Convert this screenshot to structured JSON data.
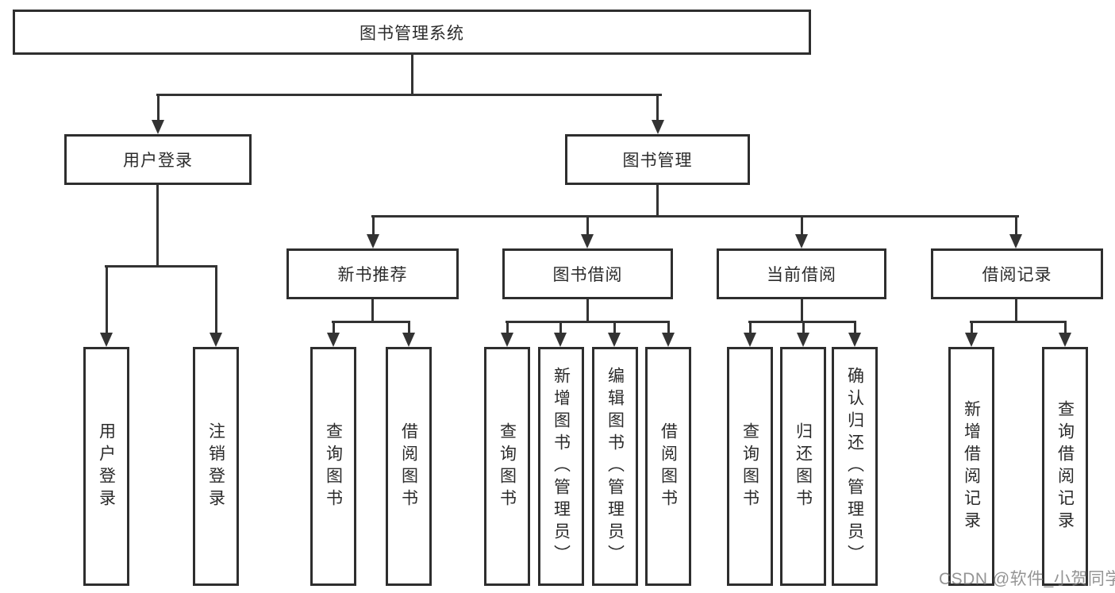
{
  "diagram": {
    "root": {
      "label": "图书管理系统"
    },
    "level2": [
      {
        "label": "用户登录"
      },
      {
        "label": "图书管理"
      }
    ],
    "level3": [
      {
        "label": "新书推荐"
      },
      {
        "label": "图书借阅"
      },
      {
        "label": "当前借阅"
      },
      {
        "label": "借阅记录"
      }
    ],
    "leaves": {
      "login": [
        "用户登录",
        "注销登录"
      ],
      "recommend": [
        "查询图书",
        "借阅图书"
      ],
      "borrow": [
        "查询图书",
        "新增图书（管理员）",
        "编辑图书（管理员）",
        "借阅图书"
      ],
      "current": [
        "查询图书",
        "归还图书",
        "确认归还（管理员）"
      ],
      "records": [
        "新增借阅记录",
        "查询借阅记录"
      ]
    }
  },
  "watermark": {
    "text": "CSDN @软件_小贺同学"
  },
  "colors": {
    "line": "#333333",
    "box_border": "#2e2e2e",
    "text": "#2b2b2b",
    "background": "#ffffff",
    "watermark": "#7d7d7d"
  }
}
